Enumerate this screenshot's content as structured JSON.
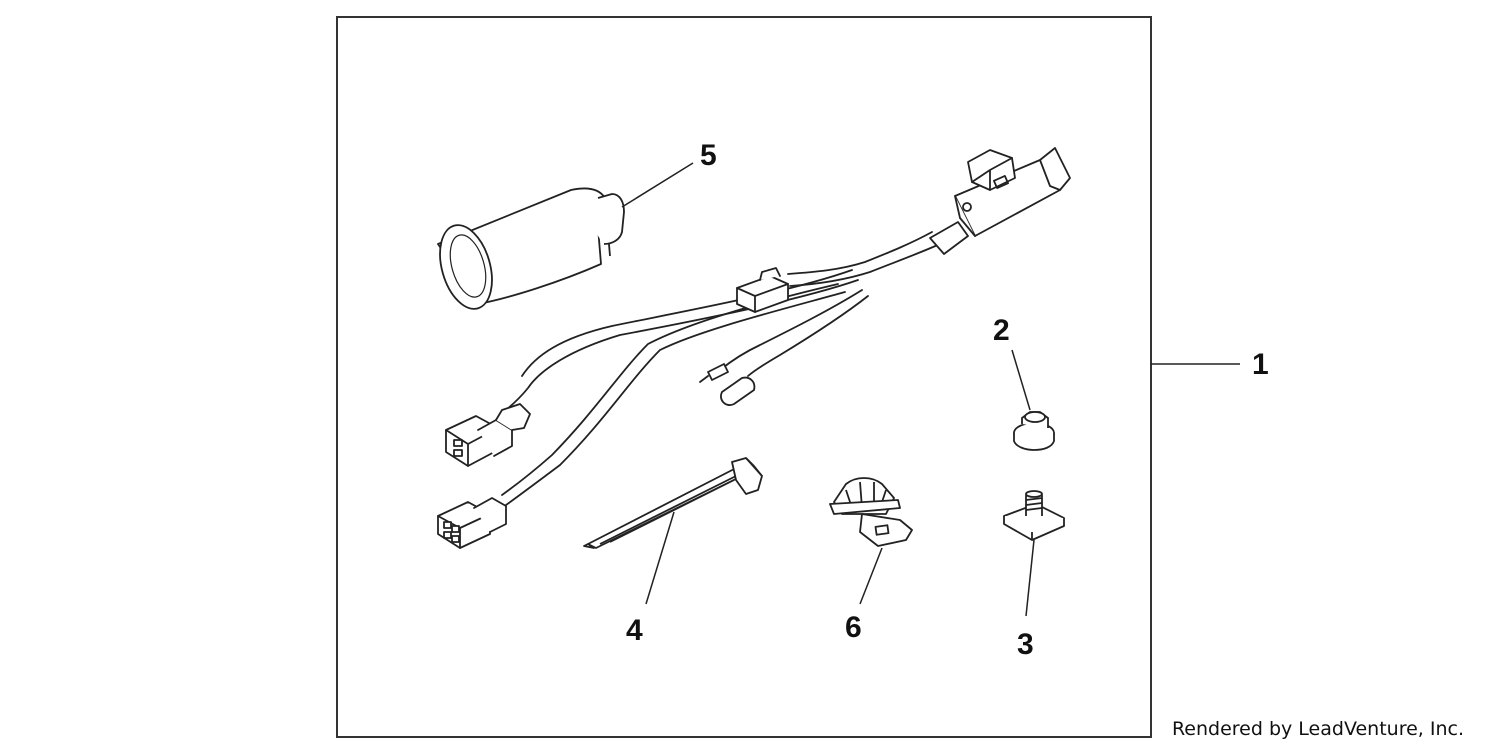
{
  "diagram": {
    "callouts": {
      "c1": "1",
      "c2": "2",
      "c3": "3",
      "c4": "4",
      "c5": "5",
      "c6": "6"
    },
    "parts": {
      "p1": "wire-harness",
      "p2": "flange-nut",
      "p3": "bolt-with-square-plate",
      "p4": "cable-tie",
      "p5": "socket-cap",
      "p6": "clip-bracket"
    },
    "line_color": "#222222",
    "frame_color": "#333333"
  },
  "footer": {
    "credit": "Rendered by LeadVenture, Inc."
  }
}
